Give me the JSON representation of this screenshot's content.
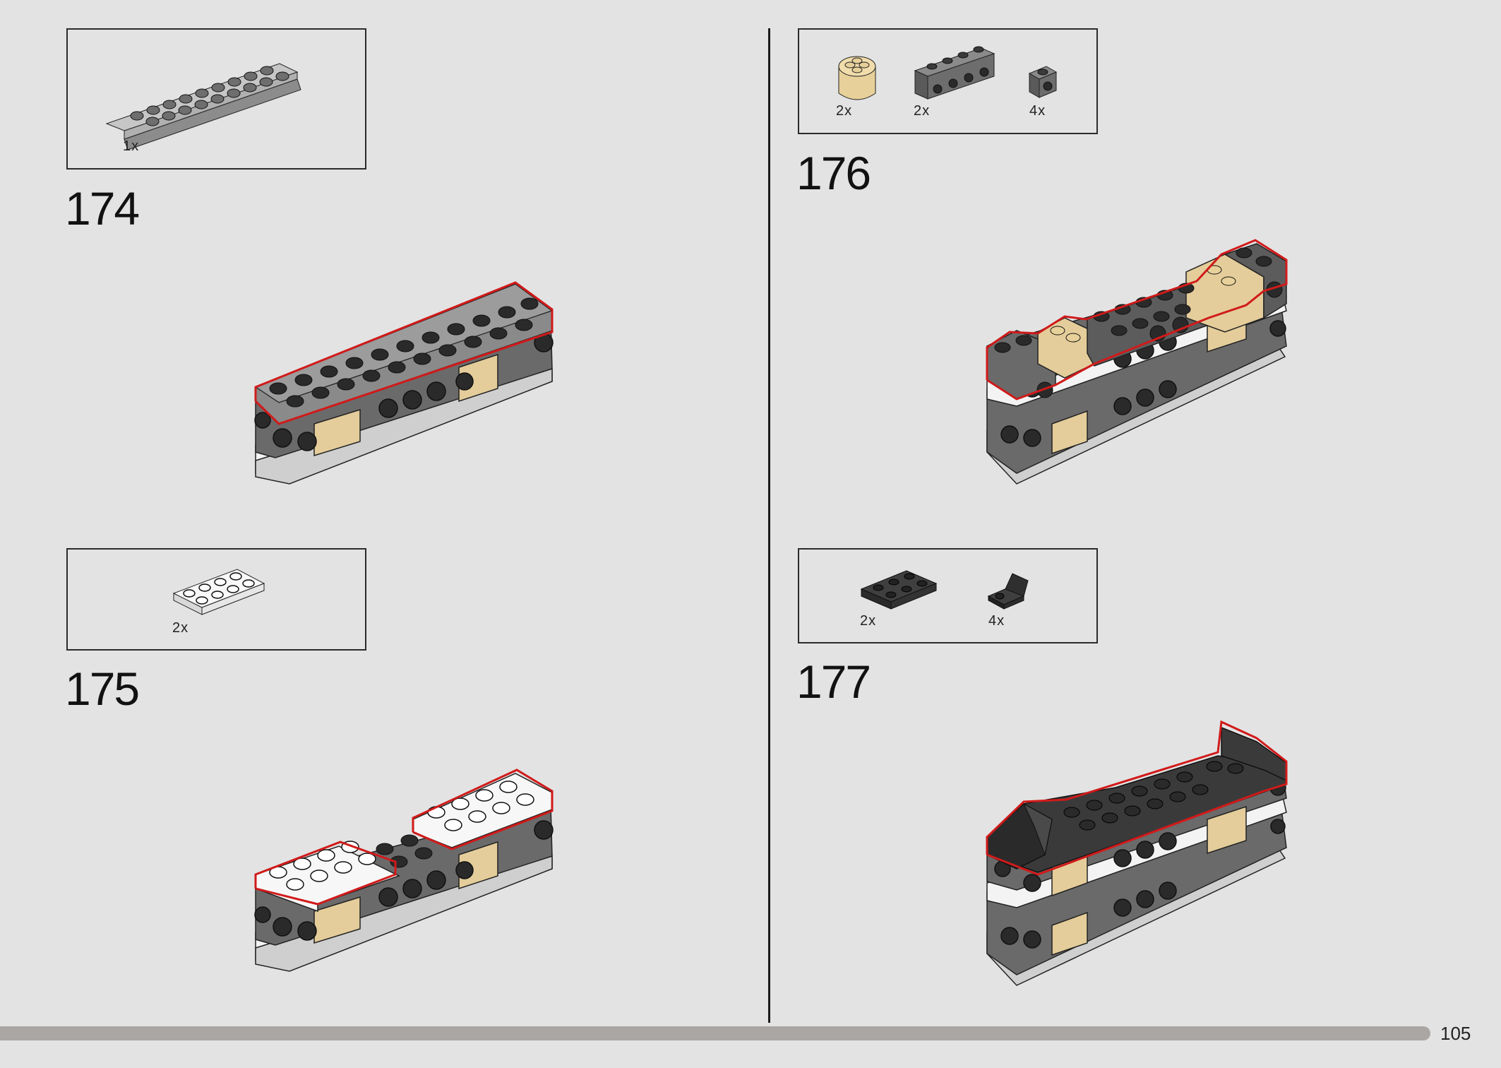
{
  "steps": [
    {
      "number": "174",
      "parts": [
        {
          "qty": "1x",
          "icon": "gray-plate-2x10-icon"
        }
      ]
    },
    {
      "number": "175",
      "parts": [
        {
          "qty": "2x",
          "icon": "white-plate-2x4-icon"
        }
      ]
    },
    {
      "number": "176",
      "parts": [
        {
          "qty": "2x",
          "icon": "tan-round-brick-icon"
        },
        {
          "qty": "2x",
          "icon": "dark-gray-brick-studs-icon"
        },
        {
          "qty": "4x",
          "icon": "dark-gray-brick-1x1-stud-icon"
        }
      ]
    },
    {
      "number": "177",
      "parts": [
        {
          "qty": "2x",
          "icon": "black-plate-2x3-icon"
        },
        {
          "qty": "4x",
          "icon": "black-bracket-icon"
        }
      ]
    }
  ],
  "page_number": "105",
  "progress_fraction": 1.0,
  "colors": {
    "background": "#e3e3e3",
    "highlight": "#d11a1a",
    "light_gray": "#a3a3a3",
    "dark_gray": "#5c5c5c",
    "black": "#2a2a2a",
    "tan": "#e4cd9a",
    "white": "#f6f6f6",
    "progress": "#aaa6a3"
  }
}
